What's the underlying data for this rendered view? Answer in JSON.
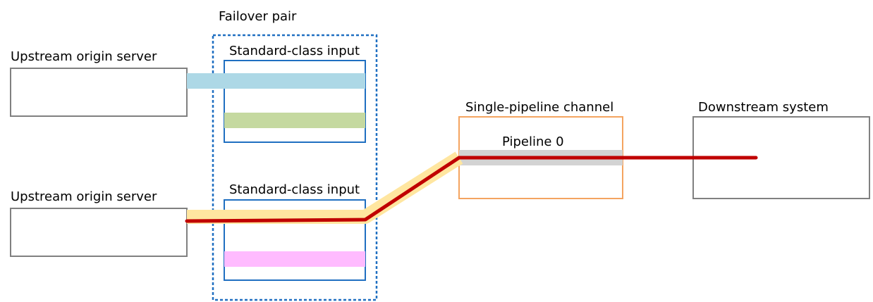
{
  "labels": {
    "failover_pair": "Failover pair",
    "upstream_top": "Upstream origin server",
    "upstream_bottom": "Upstream origin server",
    "input_top": "Standard-class input",
    "input_bottom": "Standard-class input",
    "channel": "Single-pipeline channel",
    "pipeline": "Pipeline 0",
    "downstream": "Downstream system"
  },
  "colors": {
    "server_border": "#808080",
    "input_border": "#1f6fc1",
    "failover_border": "#1f6fc1",
    "channel_border": "#f4a460",
    "downstream_border": "#808080",
    "bar_blue": "#add8e6",
    "bar_green": "#c5d9a0",
    "bar_pink": "#ffbbff",
    "bar_gray": "#d3d3d3",
    "highlight_yellow": "#ffe6a0",
    "active_path_red": "#c00000"
  }
}
